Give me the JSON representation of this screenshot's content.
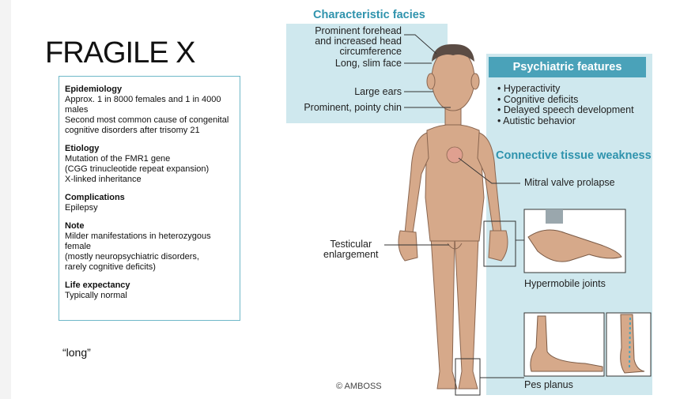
{
  "slide": {
    "title": "FRAGILE X",
    "quote": "“long”"
  },
  "info_box": {
    "sections": [
      {
        "heading": "Epidemiology",
        "lines": [
          "Approx. 1 in 8000 females and 1 in 4000 males",
          "Second most common cause of congenital",
          "cognitive disorders after trisomy 21"
        ]
      },
      {
        "heading": "Etiology",
        "lines": [
          "Mutation of the FMR1 gene",
          "(CGG trinucleotide repeat expansion)",
          "X-linked inheritance"
        ]
      },
      {
        "heading": "Complications",
        "lines": [
          "Epilepsy"
        ]
      },
      {
        "heading": "Note",
        "lines": [
          "Milder manifestations in heterozygous",
          "female",
          "(mostly neuropsychiatric disorders,",
          "rarely cognitive deficits)"
        ]
      },
      {
        "heading": "Life expectancy",
        "lines": [
          "Typically normal"
        ]
      }
    ]
  },
  "figure": {
    "facies_heading": "Characteristic facies",
    "facies_labels": {
      "forehead": [
        "Prominent forehead",
        "and increased head",
        "circumference"
      ],
      "face": "Long, slim face",
      "ears": "Large ears",
      "chin": "Prominent, pointy chin"
    },
    "psych_heading": "Psychiatric features",
    "psych_items": [
      "Hyperactivity",
      "Cognitive deficits",
      "Delayed speech development",
      "Autistic behavior"
    ],
    "connective_heading": "Connective tissue weakness",
    "mitral": "Mitral valve prolapse",
    "testicular": [
      "Testicular",
      "enlargement"
    ],
    "hypermobile": "Hypermobile joints",
    "pes_planus": "Pes planus",
    "copyright": "© AMBOSS",
    "colors": {
      "teal_panel": "#cfe8ee",
      "teal_accent": "#4aa2b9",
      "heading_teal": "#2f93ad",
      "skin": "#d6a98a"
    }
  }
}
